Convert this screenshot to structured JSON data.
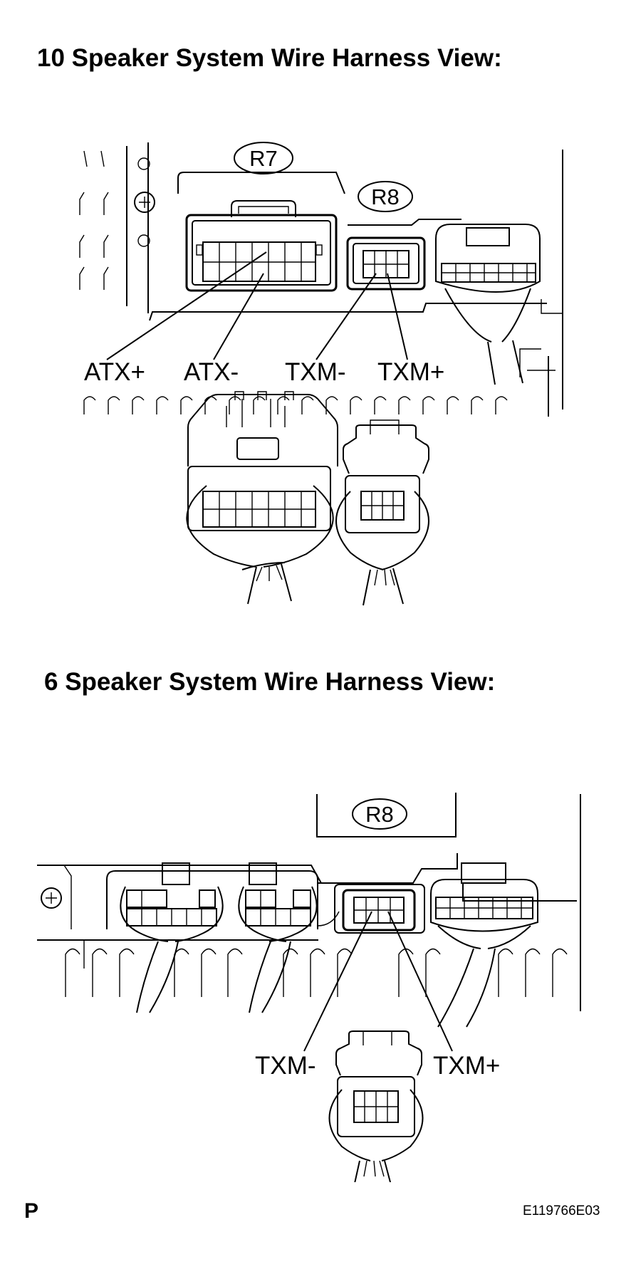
{
  "diagram_top": {
    "title": "10 Speaker System Wire Harness View:",
    "connectors": {
      "left": "R7",
      "right": "R8"
    },
    "terminals": {
      "atx_plus": "ATX+",
      "atx_minus": "ATX-",
      "txm_minus": "TXM-",
      "txm_plus": "TXM+"
    }
  },
  "diagram_bottom": {
    "title": "6 Speaker System Wire Harness View:",
    "connector": "R8",
    "terminals": {
      "txm_minus": "TXM-",
      "txm_plus": "TXM+"
    }
  },
  "footer": {
    "page_letter": "P",
    "figure_code": "E119766E03"
  }
}
